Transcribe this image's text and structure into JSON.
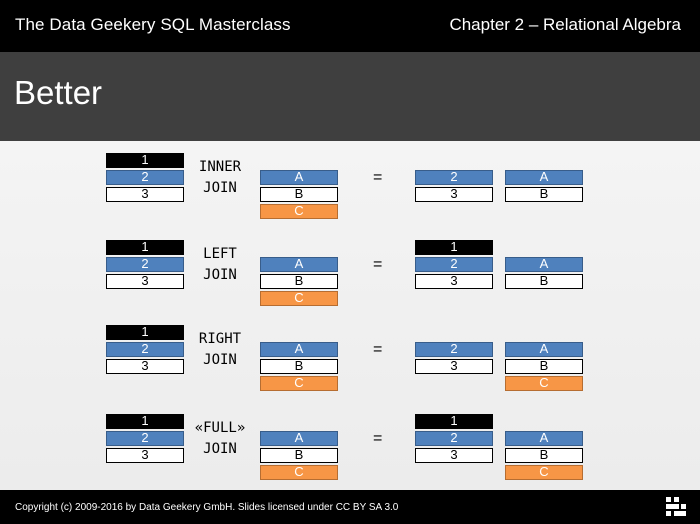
{
  "header": {
    "course": "The Data Geekery SQL Masterclass",
    "chapter": "Chapter 2 – Relational Algebra"
  },
  "title": "Better",
  "rows": [
    {
      "name": "inner",
      "label1": "INNER",
      "label2": "JOIN",
      "left": [
        "1",
        "2",
        "3"
      ],
      "right": [
        "A",
        "B",
        "C"
      ],
      "result_left": [
        "2",
        "3"
      ],
      "result_right": [
        "A",
        "B"
      ]
    },
    {
      "name": "left",
      "label1": "LEFT",
      "label2": "JOIN",
      "left": [
        "1",
        "2",
        "3"
      ],
      "right": [
        "A",
        "B",
        "C"
      ],
      "result_left": [
        "1",
        "2",
        "3"
      ],
      "result_right": [
        "A",
        "B"
      ]
    },
    {
      "name": "right",
      "label1": "RIGHT",
      "label2": "JOIN",
      "left": [
        "1",
        "2",
        "3"
      ],
      "right": [
        "A",
        "B",
        "C"
      ],
      "result_left": [
        "2",
        "3"
      ],
      "result_right": [
        "A",
        "B",
        "C"
      ]
    },
    {
      "name": "full",
      "label1": "«FULL»",
      "label2": "JOIN",
      "left": [
        "1",
        "2",
        "3"
      ],
      "right": [
        "A",
        "B",
        "C"
      ],
      "result_left": [
        "1",
        "2",
        "3"
      ],
      "result_right": [
        "A",
        "B",
        "C"
      ]
    }
  ],
  "equals": "=",
  "footer": "Copyright (c) 2009-2016 by Data Geekery GmbH. Slides licensed under CC BY SA 3.0",
  "colors": {
    "black": "#000000",
    "blue": "#4f81bd",
    "white": "#ffffff",
    "orange": "#f79646"
  }
}
